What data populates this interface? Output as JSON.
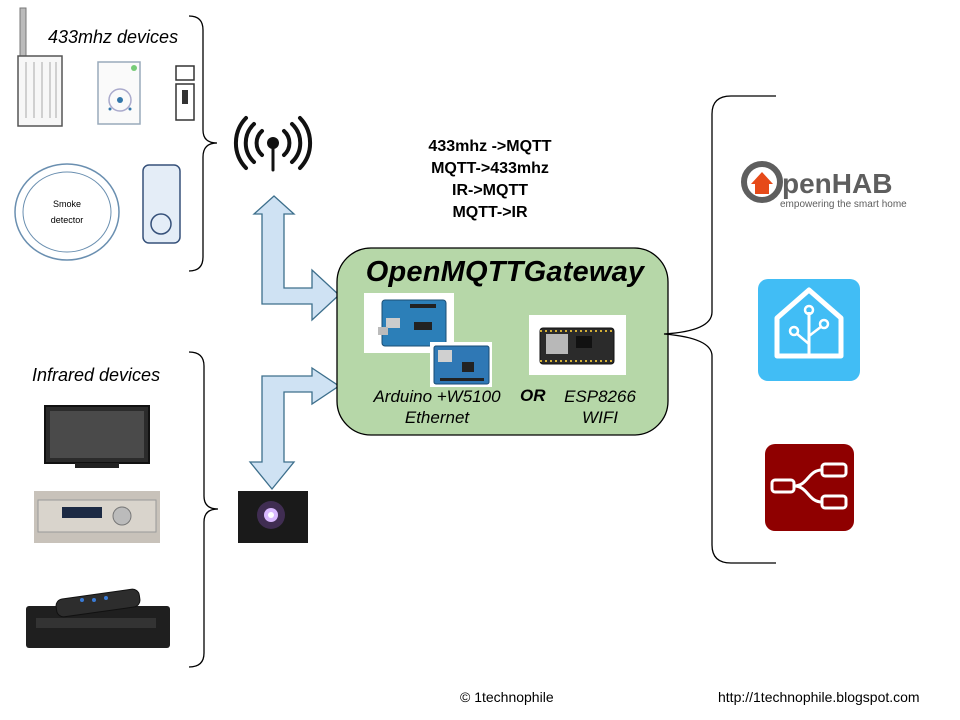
{
  "groups": {
    "rf_label": "433mhz devices",
    "ir_label": "Infrared devices"
  },
  "protocols": [
    "433mhz ->MQTT",
    "MQTT->433mhz",
    "IR->MQTT",
    "MQTT->IR"
  ],
  "gateway": {
    "title": "OpenMQTTGateway",
    "option_a_line1": "Arduino +W5100",
    "option_a_line2": "Ethernet",
    "or_label": "OR",
    "option_b_line1": "ESP8266",
    "option_b_line2": "WIFI"
  },
  "smoke_detector_text": [
    "Smoke",
    "detector"
  ],
  "openhab": {
    "logo_main": "penHAB",
    "logo_o": "o",
    "tagline": "empowering the smart home"
  },
  "footer": {
    "copyright": "© 1technophile",
    "url": "http://1technophile.blogspot.com"
  },
  "colors": {
    "gateway_fill": "#b6d7a8",
    "arrow_fill": "#cfe2f3",
    "arrow_stroke": "#3d6f8c",
    "openhab_orange": "#e64a19",
    "openhab_gray": "#5e5e5e",
    "home_assistant_blue": "#41bdf5",
    "node_red": "#8f0000"
  }
}
